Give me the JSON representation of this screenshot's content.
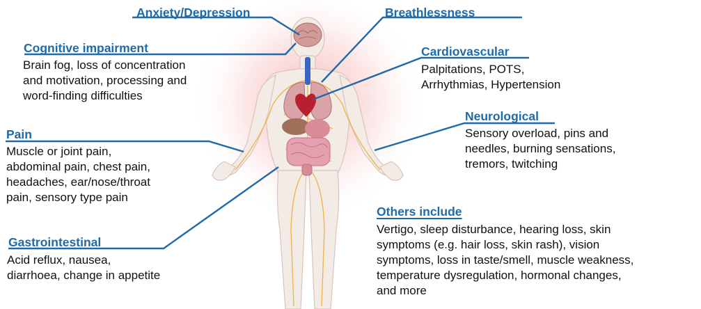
{
  "colors": {
    "heading": "#1f6aa8",
    "leader_line": "#1f6aa8",
    "body_skin": "#f2e6e0",
    "glow": "#f4a0a0",
    "nerves": "#f0b040",
    "organs": "#d88c96",
    "heart": "#b82030",
    "spine": "#3a66c0"
  },
  "categories": {
    "anxiety": {
      "title": "Anxiety/Depression"
    },
    "breathlessness": {
      "title": "Breathlessness"
    },
    "cognitive": {
      "title": "Cognitive impairment",
      "lines": [
        "Brain fog, loss of concentration",
        "and motivation, processing and",
        "word-finding difficulties"
      ]
    },
    "cardiovascular": {
      "title": "Cardiovascular",
      "lines": [
        "Palpitations, POTS,",
        "Arrhythmias, Hypertension"
      ]
    },
    "pain": {
      "title": "Pain",
      "lines": [
        "Muscle or joint pain,",
        "abdominal pain, chest pain,",
        "headaches, ear/nose/throat",
        "pain, sensory type pain"
      ]
    },
    "neurological": {
      "title": "Neurological",
      "lines": [
        "Sensory overload, pins and",
        "needles, burning sensations,",
        "tremors, twitching"
      ]
    },
    "gastrointestinal": {
      "title": "Gastrointestinal",
      "lines": [
        "Acid reflux, nausea,",
        "diarrhoea, change in appetite"
      ]
    },
    "others": {
      "title": "Others include",
      "lines": [
        "Vertigo, sleep disturbance, hearing loss, skin",
        "symptoms (e.g. hair loss, skin rash), vision",
        "symptoms, loss in taste/smell, muscle weakness,",
        "temperature dysregulation, hormonal changes,",
        "and more"
      ]
    }
  }
}
